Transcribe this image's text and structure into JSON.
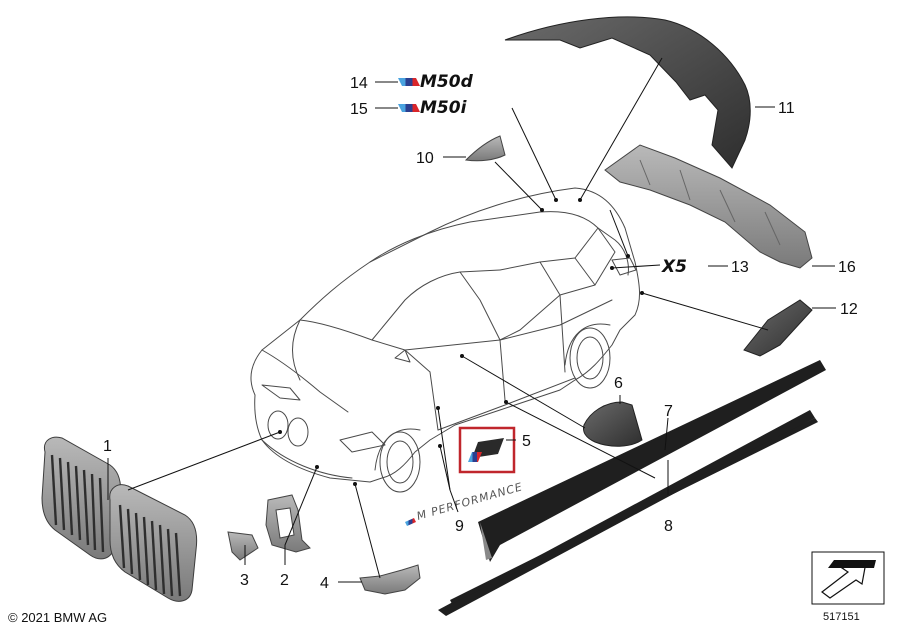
{
  "copyright": "© 2021 BMW AG",
  "reference_number": "517151",
  "badges": {
    "m50d": "M50d",
    "m50i": "M50i",
    "x5": "X5",
    "performance_stripe": "M PERFORMANCE"
  },
  "callouts": [
    "1",
    "2",
    "3",
    "4",
    "5",
    "6",
    "7",
    "8",
    "9",
    "10",
    "11",
    "12",
    "13",
    "14",
    "15",
    "16"
  ],
  "colors": {
    "line": "#111111",
    "car_outline": "#4a4a4a",
    "part_dark": "#3c3c3c",
    "highlight_box": "#c0262c",
    "m_blue_light": "#4aa3df",
    "m_blue_dark": "#2b3f8f",
    "m_red": "#d9252a"
  },
  "icons": {
    "corner_symbol": "arrow-corner-icon"
  }
}
